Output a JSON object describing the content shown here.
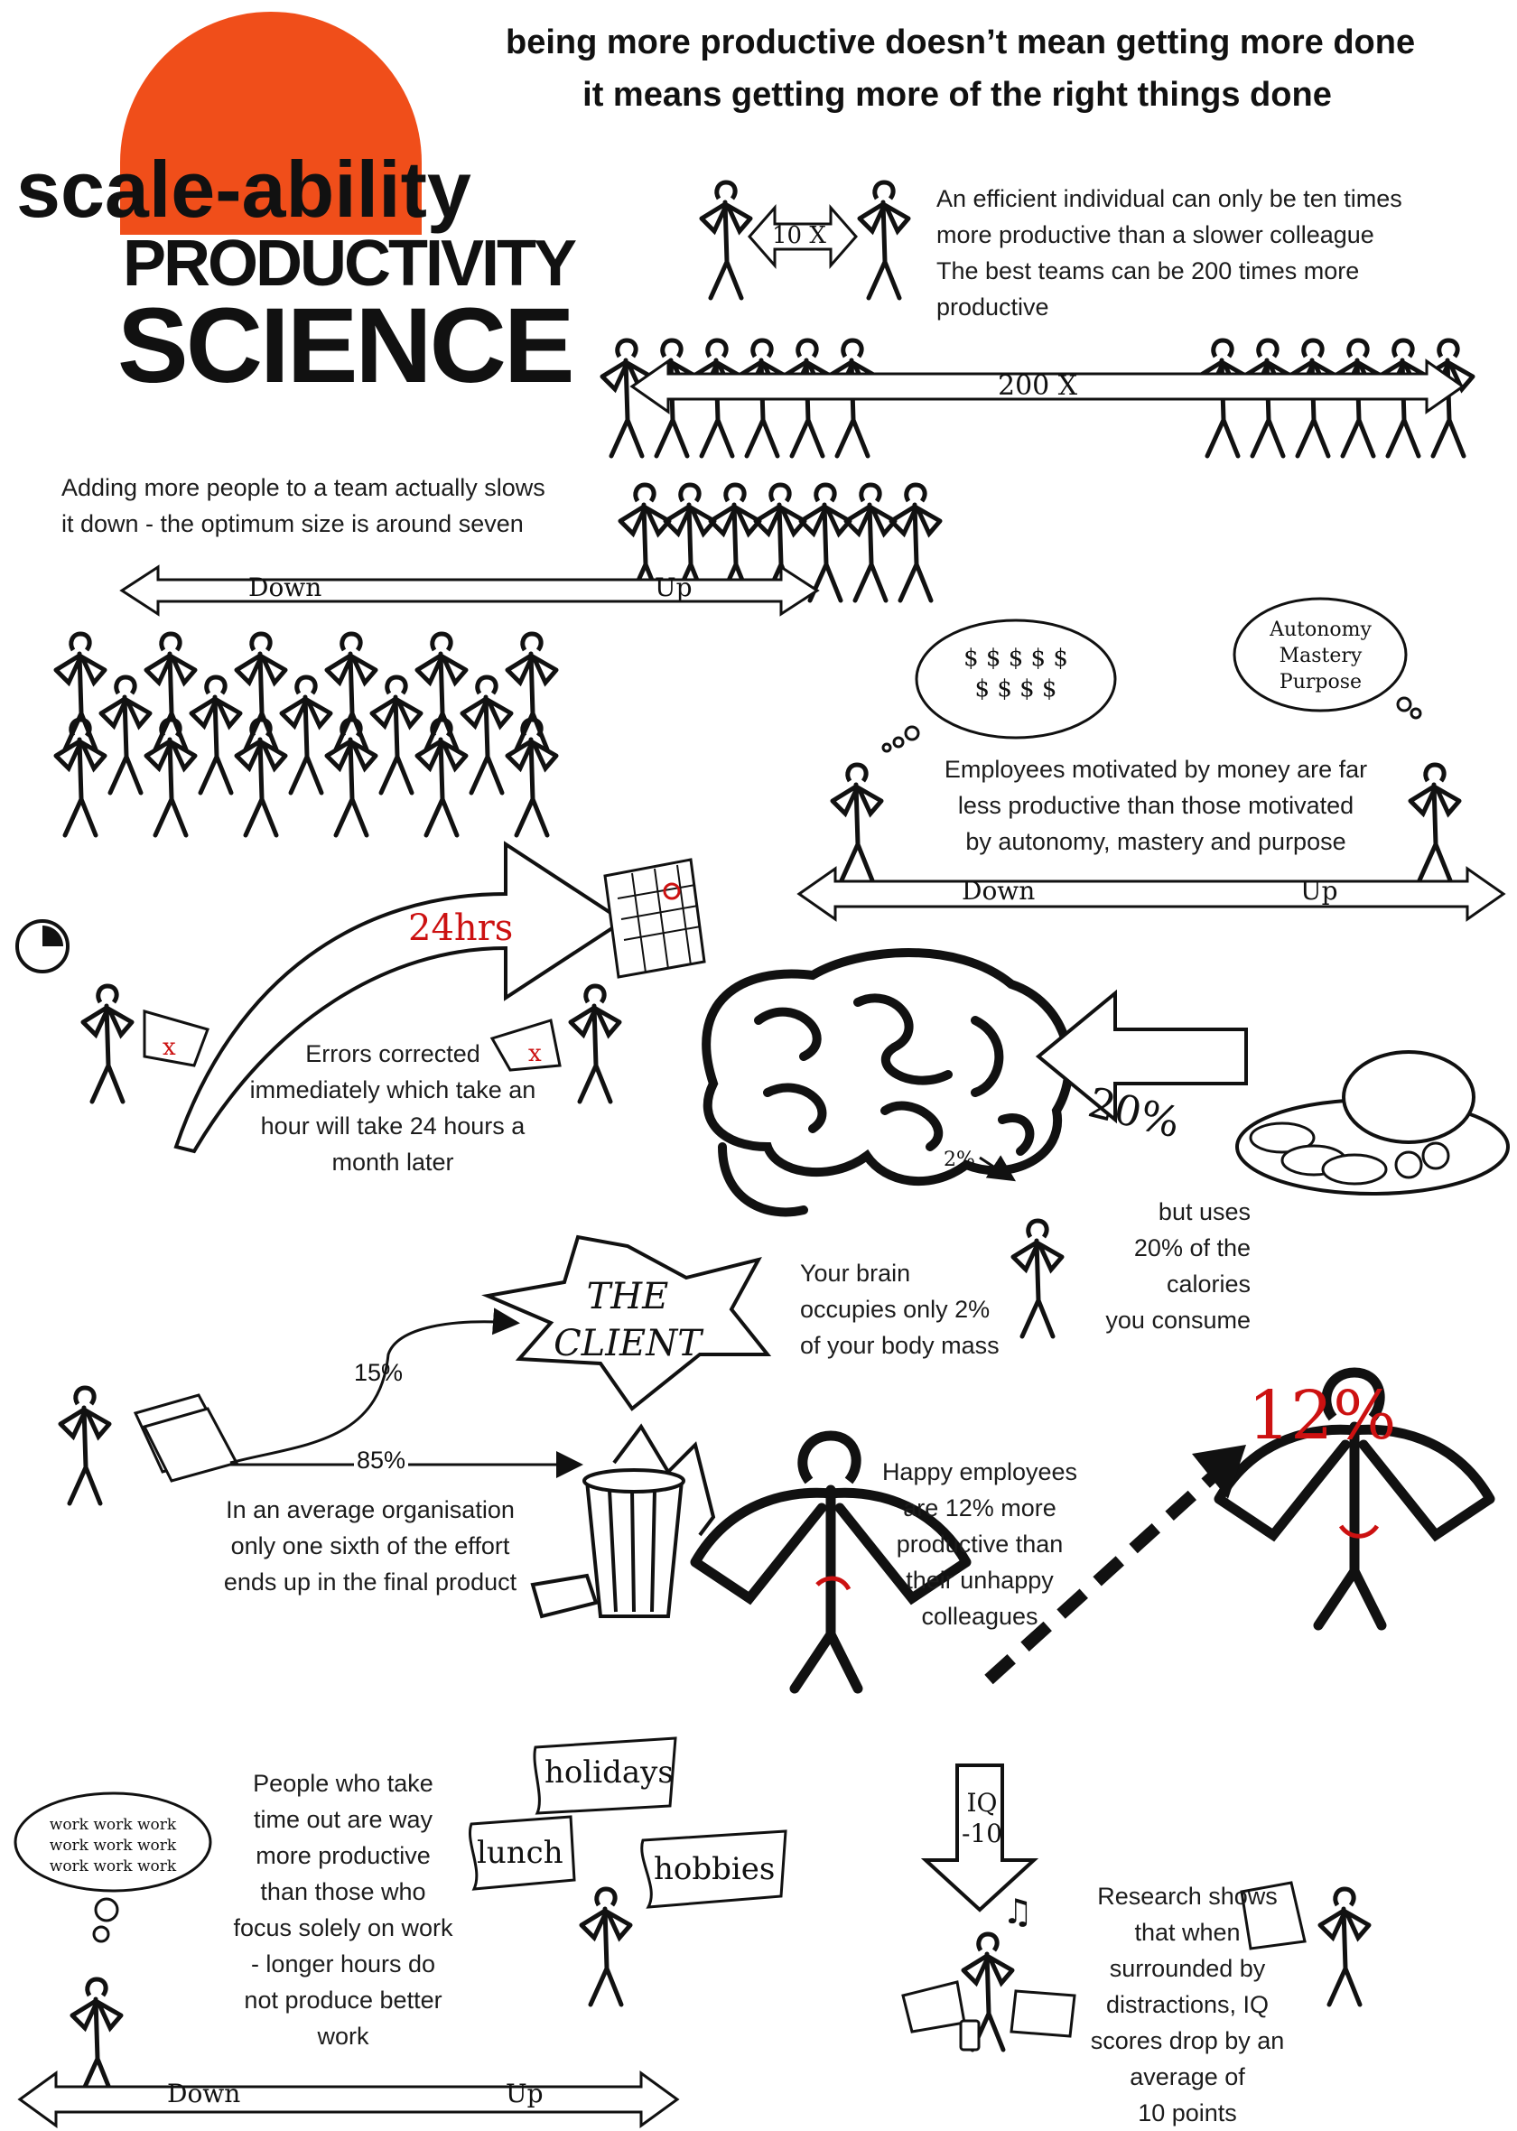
{
  "logo": {
    "name": "scale-ability",
    "product_line_1": "PRODUCTIVITY",
    "product_line_2": "SCIENCE",
    "sun_color": "#f04e1a"
  },
  "headline": {
    "line1": "being more productive doesn’t mean getting more done",
    "line2": "it means getting more of the right things done"
  },
  "panels": {
    "individual_vs_team": {
      "individual_multiplier": "10 X",
      "team_multiplier": "200 X",
      "text": [
        "An efficient individual can only be ten times",
        "more productive than a slower colleague",
        "The best teams can be 200 times more",
        "productive"
      ]
    },
    "team_size": {
      "text": [
        "Adding more people to a team actually slows",
        "it down - the optimum size is around seven"
      ],
      "down_label": "Down",
      "up_label": "Up"
    },
    "motivation": {
      "money_bubble": [
        "$ $ $ $ $",
        "$ $ $ $"
      ],
      "amp_bubble": [
        "Autonomy",
        "Mastery",
        "Purpose"
      ],
      "text": [
        "Employees motivated by money are far",
        "less productive than those motivated",
        "by autonomy, mastery and purpose"
      ],
      "down_label": "Down",
      "up_label": "Up"
    },
    "errors": {
      "arrow_label": "24hrs",
      "text": [
        "Errors corrected",
        "immediately which take an",
        "hour will take 24 hours a",
        "month later"
      ]
    },
    "brain": {
      "arrow_label": "20%",
      "small_label": "2%",
      "left_text": [
        "Your brain",
        "occupies only 2%",
        "of your body mass"
      ],
      "right_text": [
        "but uses",
        "20% of the",
        "calories",
        "you consume"
      ]
    },
    "client": {
      "starburst": [
        "THE",
        "CLIENT"
      ],
      "to_client": "15%",
      "to_bin": "85%",
      "text": [
        "In an average organisation",
        "only one sixth of the effort",
        "ends up in the final product"
      ]
    },
    "happiness": {
      "big_label": "12%",
      "text": [
        "Happy employees",
        "are 12% more",
        "productive than",
        "their unhappy",
        "colleagues"
      ]
    },
    "time_out": {
      "thought": [
        "work work work",
        "work work work",
        "work work work"
      ],
      "banners": [
        "holidays",
        "lunch",
        "hobbies"
      ],
      "text": [
        "People who take",
        "time out are way",
        "more productive",
        "than those who",
        "focus solely on work",
        "- longer hours do",
        "not produce better",
        "work"
      ],
      "down_label": "Down",
      "up_label": "Up"
    },
    "distractions": {
      "arrow_label": [
        "IQ",
        "-10"
      ],
      "note_icon": "♫",
      "text": [
        "Research shows",
        "that when",
        "surrounded by",
        "distractions, IQ",
        "scores drop by an",
        "average of",
        "10 points"
      ]
    }
  },
  "colors": {
    "ink": "#111111",
    "accent": "#f04e1a",
    "red": "#cc1111"
  }
}
